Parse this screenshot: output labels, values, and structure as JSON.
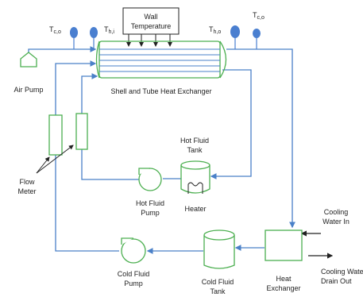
{
  "colors": {
    "pipe": "#4a80c8",
    "component": "#4caf50",
    "sensor": "#4a7fd0",
    "box": "#222222",
    "text": "#222222"
  },
  "labels": {
    "wall_temperature_line1": "Wall",
    "wall_temperature_line2": "Temperature",
    "air_pump": "Air Pump",
    "shell_tube": "Shell and Tube Heat Exchanger",
    "hot_fluid_tank_line1": "Hot Fluid",
    "hot_fluid_tank_line2": "Tank",
    "flow_meter_line1": "Flow",
    "flow_meter_line2": "Meter",
    "hot_fluid_pump_line1": "Hot Fluid",
    "hot_fluid_pump_line2": "Pump",
    "heater": "Heater",
    "cooling_water_in_line1": "Cooling",
    "cooling_water_in_line2": "Water In",
    "cold_fluid_pump_line1": "Cold Fluid",
    "cold_fluid_pump_line2": "Pump",
    "cold_fluid_tank_line1": "Cold Fluid",
    "cold_fluid_tank_line2": "Tank",
    "heat_exchanger_line1": "Heat",
    "heat_exchanger_line2": "Exchanger",
    "cooling_water_drain_line1": "Cooling Water",
    "cooling_water_drain_line2": "Drain Out"
  },
  "sensors": {
    "tco_left": {
      "base": "T",
      "sub": "c,o"
    },
    "thi": {
      "base": "T",
      "sub": "h,i"
    },
    "tho": {
      "base": "T",
      "sub": "h,o"
    },
    "tco_right": {
      "base": "T",
      "sub": "c,o"
    }
  },
  "icons": [
    "thermometer-bulb-icon",
    "pump-icon",
    "tank-icon",
    "heater-coil-icon",
    "flow-meter-icon",
    "air-pump-icon"
  ]
}
